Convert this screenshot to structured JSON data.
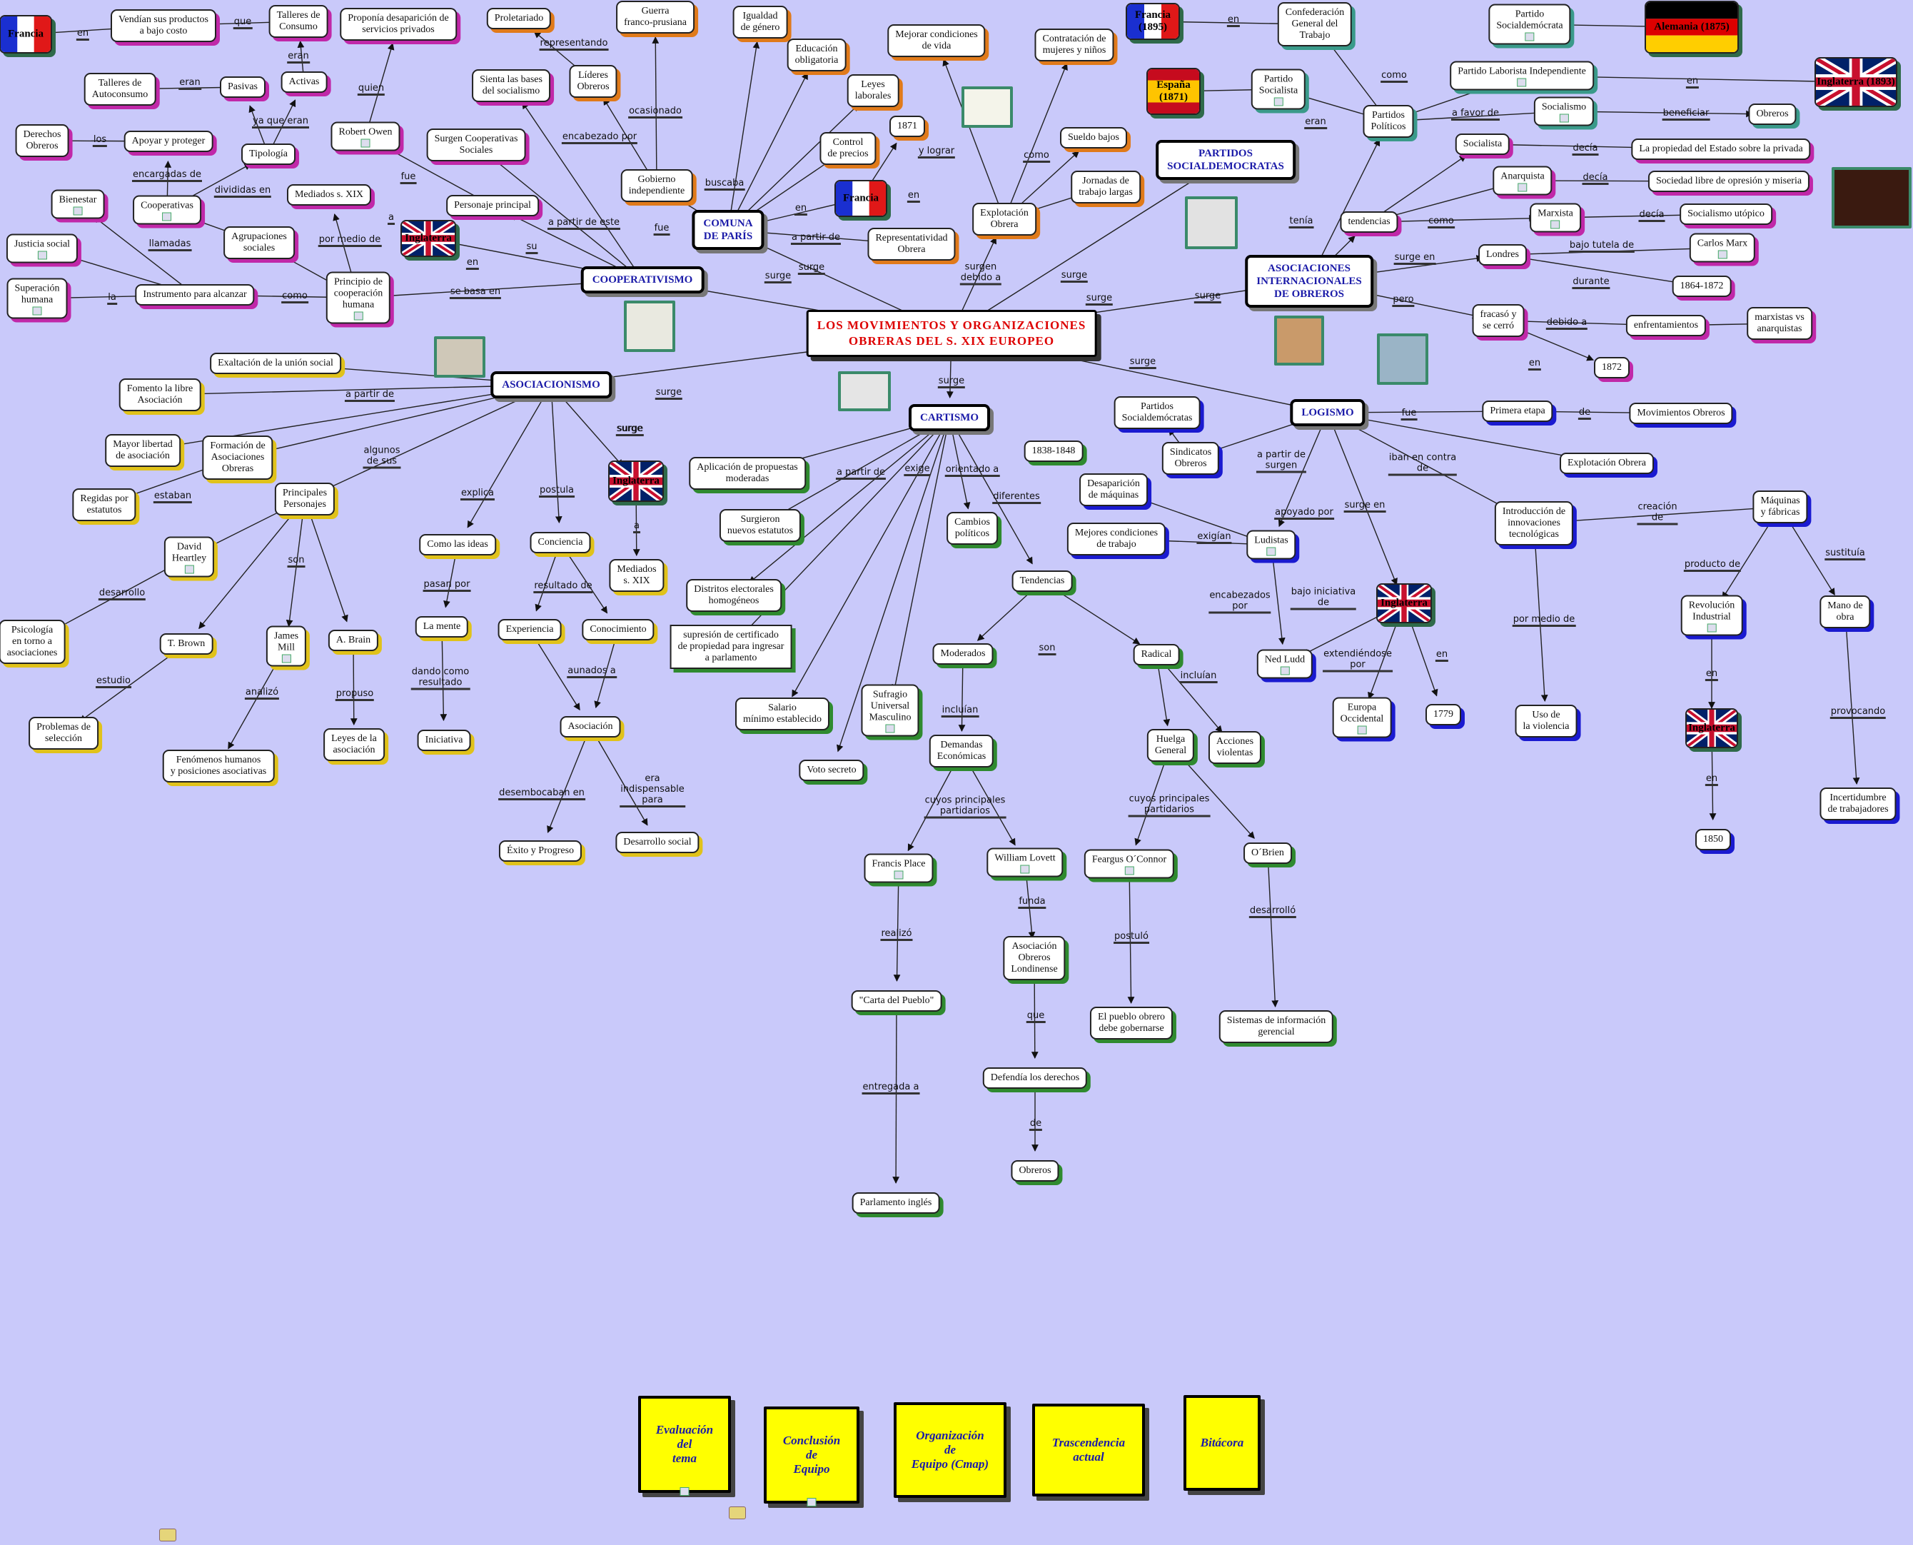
{
  "nodes": {
    "main": "LOS MOVIMIENTOS Y ORGANIZACIONES\nOBRERAS DEL S. XIX EUROPEO",
    "coop": "COOPERATIVISMO",
    "asoc": "ASOCIACIONISMO",
    "cart": "CARTISMO",
    "logi": "LOGISMO",
    "comu": "COMUNA\nDE PARÍS",
    "aio": "ASOCIACIONES\nINTERNACIONALES\nDE OBREROS",
    "psd": "PARTIDOS\nSOCIALDEMOCRATAS",
    "flagFrTL": "Francia",
    "vendian": "Vendían sus productos\na bajo costo",
    "talleresC": "Talleres de\nConsumo",
    "proponia": "Proponía desaparición de\nservicios privados",
    "activas": "Activas",
    "pasivas": "Pasivas",
    "talleresA": "Talleres de\nAutoconsumo",
    "derechos": "Derechos\nObreros",
    "apoyar": "Apoyar y proteger",
    "tipologia": "Tipología",
    "cooperativas": "Cooperativas",
    "bienestar": "Bienestar",
    "justicia": "Justicia social",
    "superacion": "Superación\nhumana",
    "agrupaciones": "Agrupaciones\nsociales",
    "instrumento": "Instrumento para alcanzar",
    "principio": "Principio de\ncooperación\nhumana",
    "mediados1": "Mediados s. XIX",
    "robert": "Robert Owen",
    "personaje": "Personaje principal",
    "surgenCoop": "Surgen Cooperativas\nSociales",
    "sienta": "Sienta las bases\ndel socialismo",
    "proletariado": "Proletariado",
    "lideres": "Líderes\nObreros",
    "guerra": "Guerra\nfranco-prusiana",
    "gobierno": "Gobierno\nindependiente",
    "igualdad": "Igualdad\nde género",
    "educacion": "Educación\nobligatoria",
    "leyesLab": "Leyes\nlaborales",
    "control": "Control\nde precios",
    "y1871": "1871",
    "flagFrC": "Francia",
    "representatividad": "Representatividad\nObrera",
    "mejorar": "Mejorar condiciones\nde vida",
    "contratacion": "Contratación de\nmujeres y niños",
    "sueldo": "Sueldo bajos",
    "jornadas": "Jornadas de\ntrabajo largas",
    "explotacion": "Explotación\nObrera",
    "flagFr1895": "Francia\n(1895)",
    "confederacion": "Confederación\nGeneral del\nTrabajo",
    "partidoSD": "Partido\nSocialdemócrata",
    "flagDe": "Alemania (1875)",
    "flagEs": "España\n(1871)",
    "partidoSoc": "Partido\nSocialista",
    "partidosPol": "Partidos\nPolíticos",
    "laborista": "Partido Laborista Independiente",
    "flagUk1893": "Inglaterra (1893)",
    "socialismo": "Socialismo",
    "obreros1": "Obreros",
    "socialista": "Socialista",
    "propiedad": "La propiedad del Estado sobre la privada",
    "anarquista": "Anarquista",
    "sociedadLibre": "Sociedad libre de opresión y miseria",
    "marxista": "Marxista",
    "socUtopico": "Socialismo utópico",
    "tendencias1": "tendencias",
    "londres": "Londres",
    "carlos": "Carlos Marx",
    "y1864": "1864-1872",
    "fracaso": "fracasó y\nse cerró",
    "enfrent": "enfrentamientos",
    "marxistasVs": "marxistas vs\nanarquistas",
    "y1872": "1872",
    "exaltacion": "Exaltación de la unión social",
    "fomento": "Fomento la libre\nAsociación",
    "mayor": "Mayor libertad\nde asociación",
    "formacion": "Formación de\nAsociaciones\nObreras",
    "regidas": "Regidas por\nestatutos",
    "principales": "Principales\nPersonajes",
    "david": "David\nHeartley",
    "psicologia": "Psicología\nen torno a\nasociaciones",
    "brown": "T. Brown",
    "problemas": "Problemas de\nselección",
    "james": "James\nMill",
    "fenomenos": "Fenómenos humanos\ny posiciones asociativas",
    "brain": "A. Brain",
    "leyesAsoc": "Leyes de la\nasociación",
    "comoIdeas": "Como las ideas",
    "mente": "La mente",
    "iniciativa": "Iniciativa",
    "conciencia": "Conciencia",
    "experiencia": "Experiencia",
    "conocimiento": "Conocimiento",
    "asociacion": "Asociación",
    "exito": "Éxito y Progreso",
    "desarrollo": "Desarrollo social",
    "mediados2": "Mediados\ns. XIX",
    "aplicacion": "Aplicación de propuestas\nmoderadas",
    "surgieron": "Surgieron\nnuevos estatutos",
    "distritos": "Distritos electorales\nhomogéneos",
    "supresion": "supresión de certificado\nde propiedad para ingresar\na parlamento",
    "salario": "Salario\nmínimo establecido",
    "sufragio": "Sufragio\nUniversal\nMasculino",
    "voto": "Voto secreto",
    "cambios": "Cambios\npolíticos",
    "y1838": "1838-1848",
    "tendenciasC": "Tendencias",
    "moderados": "Moderados",
    "radical": "Radical",
    "demandas": "Demandas\nEconómicas",
    "huelga": "Huelga\nGeneral",
    "acciones": "Acciones\nviolentas",
    "francis": "Francis Place",
    "william": "William Lovett",
    "feargus": "Feargus O´Connor",
    "obrien": "O´Brien",
    "carta": "\"Carta del Pueblo\"",
    "asocLondinense": "Asociación\nObreros\nLondinense",
    "pueblo": "El pueblo obrero\ndebe gobernarse",
    "sistemas": "Sistemas de información\ngerencial",
    "defendia": "Defendía los derechos",
    "obreros2": "Obreros",
    "parlamento": "Parlamento inglés",
    "partidosSD2": "Partidos\nSocialdemócratas",
    "sindicatos": "Sindicatos\nObreros",
    "primera": "Primera etapa",
    "movimientos": "Movimientos Obreros",
    "explotacion2": "Explotación Obrera",
    "desaparicion": "Desaparición\nde máquinas",
    "mejores": "Mejores condiciones\nde trabajo",
    "ludistas": "Ludistas",
    "introduccion": "Introducción de\ninnovaciones\ntecnológicas",
    "maquinas": "Máquinas\ny fábricas",
    "revolucion": "Revolución\nIndustrial",
    "mano": "Mano de\nobra",
    "ned": "Ned Ludd",
    "europa": "Europa\nOccidental",
    "y1779": "1779",
    "uso": "Uso de\nla violencia",
    "incertidumbre": "Incertidumbre\nde trabajadores",
    "y1850": "1850",
    "flagUkCoop": "Inglaterra",
    "flagUkAsoc": "Inglaterra",
    "flagUkLog": "Inglaterra",
    "flagUkRev": "Inglaterra",
    "evaluacion": "Evaluación\ndel\ntema",
    "conclusion": "Conclusión\nde\nEquipo",
    "organizacion": "Organización\nde\nEquipo (Cmap)",
    "trascendencia": "Trascendencia\nactual",
    "bitacora": "Bitácora"
  },
  "links": {
    "surge": "surge",
    "en": "en",
    "que": "que",
    "eran": "eran",
    "los": "los",
    "ya_que_eran": "ya que eran",
    "encargadas_de": "encargadas de",
    "divididas_en": "divididas en",
    "llamadas": "llamadas",
    "la": "la",
    "como": "como",
    "por_medio_de": "por medio de",
    "se_basa_en": "se basa en",
    "a": "a",
    "quien": "quien",
    "fue": "fue",
    "su": "su",
    "a_partir_de_este": "a partir de este",
    "representando": "representando",
    "encabezado_por": "encabezado por",
    "ocasionado": "ocasionado",
    "buscaba": "buscaba",
    "a_partir_de": "a partir de",
    "y_lograr": "y lograr",
    "surgen_debido_a": "surgen\ndebido a",
    "tenia": "tenía",
    "favor_de": "a favor de",
    "beneficiar": "beneficiar",
    "decia": "decía",
    "surge_en": "surge en",
    "bajo_tutela_de": "bajo tutela de",
    "durante": "durante",
    "pero": "pero",
    "debido_a": "debido a",
    "algunos_de_sus": "algunos\nde sus",
    "estaban": "estaban",
    "son": "son",
    "desarrollo": "desarrollo",
    "estudio": "estudio",
    "analizo": "analizó",
    "propuso": "propuso",
    "explica": "explica",
    "pasan_por": "pasan por",
    "dando_como_resultado": "dando como\nresultado",
    "postula": "postula",
    "resultado_de": "resultado de",
    "aunados_a": "aunados a",
    "desembocaban_en": "desembocaban en",
    "era_indispensable_para": "era\nindispensable\npara",
    "exige": "exige",
    "orientado_a": "orientado a",
    "diferentes": "diferentes",
    "incluian": "incluían",
    "cuyos_principales_partidarios": "cuyos principales\npartidarios",
    "realizo": "realizó",
    "entregada_a": "entregada a",
    "funda": "funda",
    "postulo": "postuló",
    "desarrollo2": "desarrolló",
    "de": "de",
    "a_partir_de_surgen": "a partir de\nsurgen",
    "iban_en_contra_de": "iban en contra\nde",
    "apoyado_por": "apoyado por",
    "exigian": "exigían",
    "encabezados_por": "encabezados\npor",
    "bajo_iniciativa_de": "bajo iniciativa\nde",
    "extendiendose_por": "extendiéndose\npor",
    "creacion_de": "creación\nde",
    "producto_de": "producto de",
    "sustituia": "sustituía",
    "provocando": "provocando",
    "fue2": "fue"
  },
  "colors": {
    "background": "#c9c9fa",
    "shadow_green": "#2f8a2f",
    "shadow_orange": "#e07a1a",
    "shadow_magenta": "#c028a8",
    "shadow_yellow": "#e0c21a",
    "shadow_blue": "#1a1ad0",
    "hub_text": "#1a1aa8",
    "main_text": "#dd0000",
    "button_yellow": "#ffff00"
  },
  "icons": {
    "doc": "document-icon",
    "flag_france": "france-flag-icon",
    "flag_uk": "uk-flag-icon",
    "flag_spain": "spain-flag-icon",
    "flag_germany": "germany-flag-icon"
  }
}
